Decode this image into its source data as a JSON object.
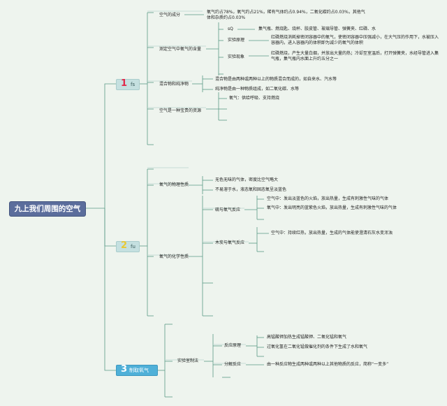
{
  "root": {
    "label": "九上我们周围的空气"
  },
  "branches": [
    {
      "num": "1",
      "num_color": "#e0294a",
      "label": "fs"
    },
    {
      "num": "2",
      "num_color": "#e8c832",
      "label": "fu"
    },
    {
      "num": "3",
      "num_color": "#ffffff",
      "label": "制取氧气"
    }
  ],
  "b1": {
    "composition": {
      "label": "空气的成分",
      "desc": "氧气约占78%，氧气约占21%，稀有气体约占0.94%，二氧化碳约占0.03%，其他气体和杂质约占0.03%"
    },
    "measure": {
      "label": "测定空气中氧气的含量",
      "eq": {
        "label": "sQ",
        "desc": "集气瓶、燃烧匙、烧杯、胶皮管、玻璃导管、弹簧夹、红磷、水"
      },
      "principle": {
        "label": "实验原理",
        "desc": "红磷燃烧消耗掉密闭容器中的氧气，使密闭容器中压强减小，在大气压的作用下，水被压入容器内，进入容器内的体积即为减少的氧气的体积"
      },
      "phenomenon": {
        "label": "实验现象",
        "desc": "红磷燃烧，产生大量白烟，并放出大量的热；冷却至室温后，打开弹簧夹，水经导管进入集气瓶，集气瓶内水面上升约五分之一"
      }
    },
    "mixture": {
      "label": "混合物和纯净物",
      "a": "混合物是由两种或两种以上的物质混合而成的，如自来水、汽水等",
      "b": "纯净物是由一种物质组成，如二氧化碳、水等"
    },
    "resource": {
      "label": "空气是一种宝贵的资源",
      "desc": "氧气：供给呼吸、支持燃烧"
    }
  },
  "b2": {
    "physical": {
      "label": "氧气的物理性质",
      "a": "无色无味的气体，密度比空气略大",
      "b": "不易溶于水，液态氧和固态氧呈淡蓝色"
    },
    "chemical": {
      "label": "氧气的化学性质",
      "sulfur": {
        "label": "硫与氧气反应",
        "air": "空气中：发出淡蓝色的火焰，放出热量，生成有刺激性气味的气体",
        "oxygen": "氧气中：发出明亮的蓝紫色火焰，放出热量，生成有刺激性气味的气体"
      },
      "carbon": {
        "label": "木炭与氧气反应",
        "air": "空气中：持续红热，放出热量，生成的气体能使澄清石灰水变浑浊"
      }
    }
  },
  "b3": {
    "lab": {
      "label": "实验室制法",
      "principle": {
        "label": "反应原理",
        "a": "高锰酸钾加热生成锰酸钾、二氧化锰和氧气",
        "b": "过氧化氢在二氧化锰做催化剂的条件下生成了水和氧气"
      },
      "decomp": {
        "label": "分解反应",
        "desc": "由一种反应物生成两种或两种以上其他物质的反应，简称“一变多”"
      }
    }
  }
}
